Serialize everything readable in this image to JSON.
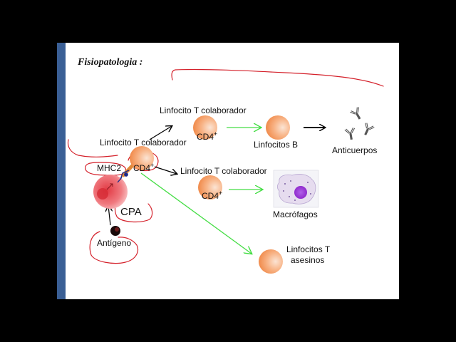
{
  "title": "Fisiopatologia :",
  "cells": {
    "helper_top_label": "Linfocito T colaborador",
    "helper_mid_label": "Linfocito T colaborador",
    "helper_low_label": "Linfocito T colaborador",
    "cd4": "CD4",
    "cd4_sup": "+",
    "b_cells": "Linfocitos B",
    "antibodies": "Anticuerpos",
    "macrophages": "Macrófagos",
    "killer_line1": "Linfocitos T",
    "killer_line2": "asesinos",
    "mhc2": "MHC2",
    "apc": "CPA",
    "antigen": "Antígeno"
  },
  "colors": {
    "slide_bg": "#ffffff",
    "side_bar": "#3a5f95",
    "cell_orange": "#f2955a",
    "arrow_green": "#44dd44",
    "arrow_black": "#000000",
    "ink_red": "#d4202a",
    "apc_red": "#e84850",
    "macrophage_purple": "#9a2fd8"
  },
  "icons": [
    "antibody-icon",
    "macrophage-image",
    "mhc-receptor-icon"
  ]
}
